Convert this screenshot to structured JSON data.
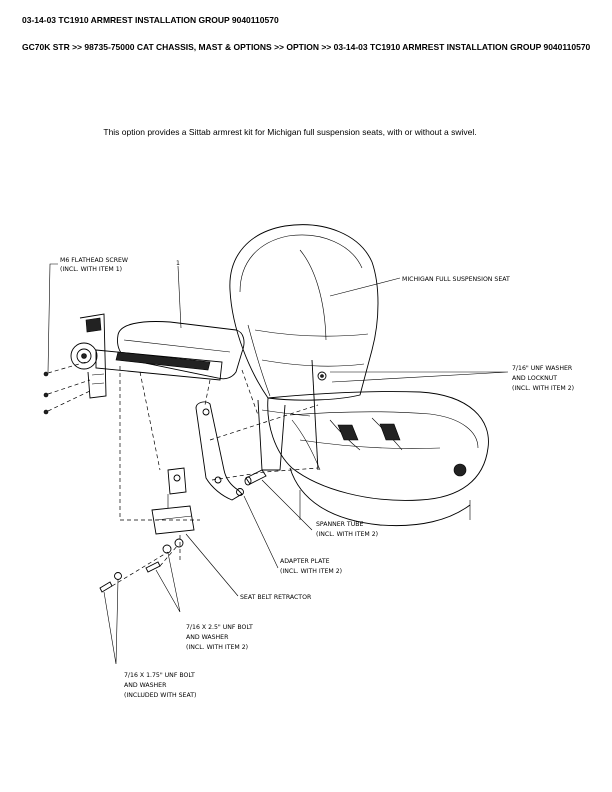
{
  "header": {
    "title": "03-14-03 TC1910 ARMREST INSTALLATION GROUP 9040110570",
    "breadcrumb": "GC70K STR >> 98735-75000 CAT CHASSIS, MAST & OPTIONS >> OPTION >> 03-14-03 TC1910 ARMREST INSTALLATION GROUP 9040110570"
  },
  "description": "This option provides a Sittab armrest kit for Michigan full suspension seats, with or without a swivel.",
  "diagram": {
    "item_number": "1",
    "labels": {
      "flathead_screw": [
        "M6 FLATHEAD SCREW",
        "(INCL. WITH ITEM 1)"
      ],
      "seat": [
        "MICHIGAN FULL SUSPENSION SEAT"
      ],
      "washer_locknut": [
        "7/16\" UNF WASHER",
        "AND LOCKNUT",
        "(INCL. WITH ITEM 2)"
      ],
      "spanner_tube": [
        "SPANNER TUBE",
        "(INCL. WITH ITEM 2)"
      ],
      "adapter_plate": [
        "ADAPTER PLATE",
        "(INCL. WITH ITEM 2)"
      ],
      "seat_belt_retractor": [
        "SEAT BELT RETRACTOR"
      ],
      "bolt_25": [
        "7/16 X 2.5\" UNF BOLT",
        "AND WASHER",
        "(INCL. WITH ITEM 2)"
      ],
      "bolt_175": [
        "7/16 X 1.75\" UNF BOLT",
        "AND WASHER",
        "(INCLUDED WITH SEAT)"
      ]
    }
  }
}
